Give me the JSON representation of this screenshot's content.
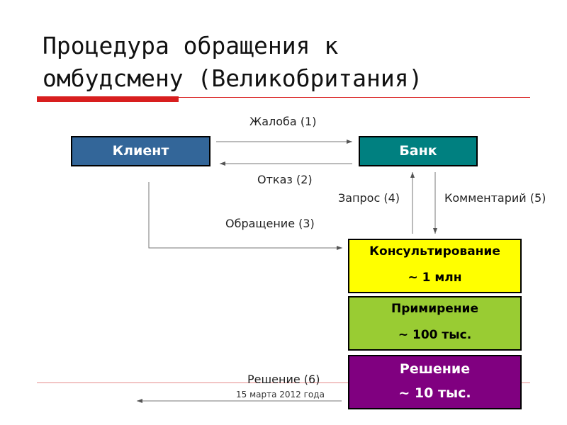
{
  "title": {
    "line1": "Процедура обращения к",
    "line2": "омбудсмену (Великобритания)"
  },
  "nodes": {
    "client": "Клиент",
    "bank": "Банк",
    "consultation": {
      "label": "Консультирование",
      "value": "~ 1 млн"
    },
    "conciliation": {
      "label": "Примирение",
      "value": "~ 100 тыс."
    },
    "decision": {
      "label": "Решение",
      "value": "~ 10 тыс."
    }
  },
  "edges": {
    "complaint": "Жалоба (1)",
    "refusal": "Отказ (2)",
    "appeal": "Обращение (3)",
    "request": "Запрос (4)",
    "comment": "Комментарий (5)",
    "ruling": "Решение (6)"
  },
  "footer": {
    "date": "15 марта 2012 года"
  },
  "colors": {
    "client": "#336699",
    "bank": "#008080",
    "consultation": "#ffff00",
    "conciliation": "#99cc33",
    "decision": "#800080",
    "accent": "#d81e1e"
  }
}
